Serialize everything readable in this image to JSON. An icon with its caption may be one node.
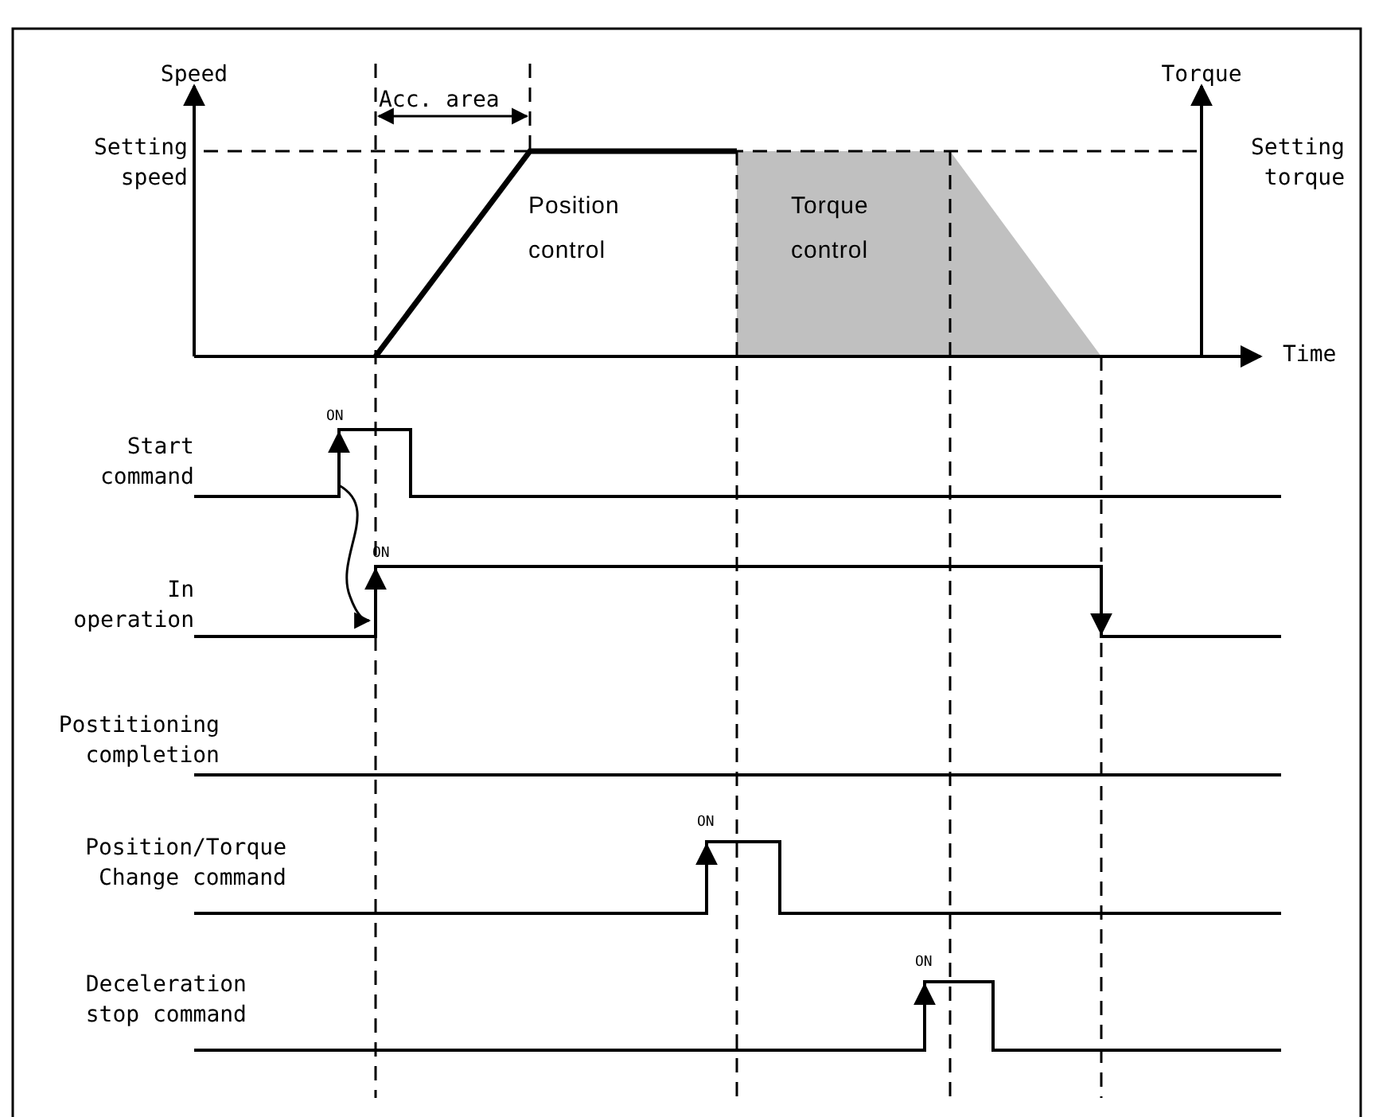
{
  "diagram": {
    "labels": [
      "Speed",
      "Torque",
      "Acc. area",
      "Setting speed",
      "Setting torque",
      "Position control",
      "Torque control",
      "Time",
      "ON",
      "Start command",
      "ON",
      "In operation",
      "Postitioning completion",
      "ON",
      "Position/Torque Change command",
      "ON",
      "Deceleration stop command"
    ]
  }
}
